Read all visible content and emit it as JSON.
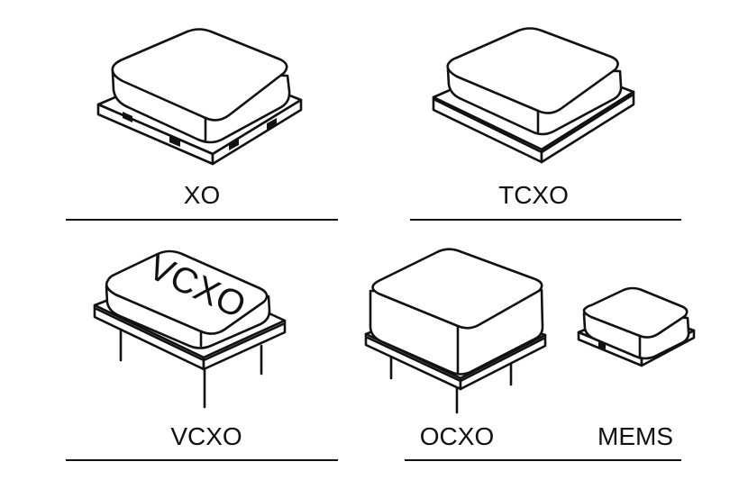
{
  "packages": [
    {
      "id": "xo",
      "label": "XO"
    },
    {
      "id": "tcxo",
      "label": "TCXO"
    },
    {
      "id": "vcxo",
      "label": "VCXO",
      "marking": "VCXO"
    },
    {
      "id": "ocxo",
      "label": "OCXO"
    },
    {
      "id": "mems",
      "label": "MEMS"
    }
  ]
}
